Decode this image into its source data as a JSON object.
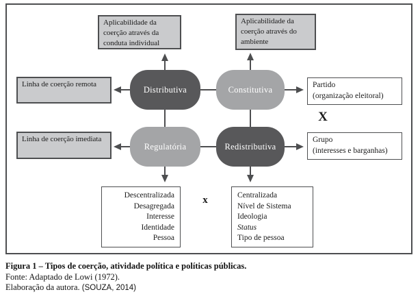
{
  "colors": {
    "line": "#4d4e50",
    "node_dark": "#58585a",
    "node_light": "#a4a5a7",
    "box_fill": "#cacbcd",
    "box_border": "#4d4e50",
    "white": "#ffffff"
  },
  "diagram": {
    "top_left_box": "Aplicabilidade da coerção através da conduta individual",
    "top_right_box": "Aplicabilidade da coerção através do ambiente",
    "left_top_box": "Linha de coerção remota",
    "left_bottom_box": "Linha de coerção imediata",
    "nodes": [
      {
        "label": "Distributiva"
      },
      {
        "label": "Constitutiva"
      },
      {
        "label": "Regulatória"
      },
      {
        "label": "Redistributiva"
      }
    ],
    "right_top_box": {
      "line1": "Partido",
      "line2": "(organização eleitoral)"
    },
    "right_bottom_box": {
      "line1": "Grupo",
      "line2": "(interesses e barganhas)"
    },
    "x_right": "X",
    "x_bottom": "x",
    "bottom_left_list": [
      "Descentralizada",
      "Desagregada",
      "Interesse",
      "Identidade",
      "Pessoa"
    ],
    "bottom_right_list": [
      "Centralizada",
      "Nível de Sistema",
      "Ideologia",
      "Status",
      "Tipo de pessoa"
    ]
  },
  "caption": {
    "title": "Figura 1 – Tipos de coerção, atividade política e políticas públicas.",
    "source": "Fonte: Adaptado de Lowi (1972).",
    "elaboration": "Elaboração da autora.",
    "citation": "(SOUZA, 2014)"
  }
}
